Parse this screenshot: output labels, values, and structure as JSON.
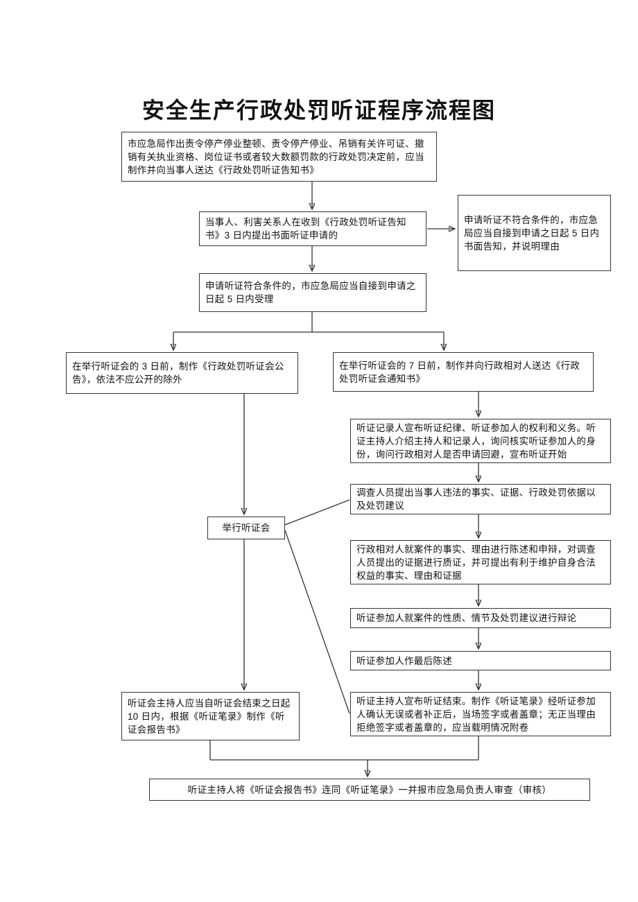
{
  "page": {
    "title": "安全生产行政处罚听证程序流程图"
  },
  "colors": {
    "background": "#ffffff",
    "border": "#343434",
    "line": "#333333",
    "text": "#111111"
  },
  "nodes": {
    "decision_notice": "市应急局作出责令停产停业整顿、责令停产停业、吊销有关许可证、撤销有关执业资格、岗位证书或者较大数额罚款的行政处罚决定前，应当制作并向当事人送达《行政处罚听证告知书》",
    "hearing_request": "当事人、利害关系人在收到《行政处罚听证告知书》3 日内提出书面听证申请的",
    "request_rejected": "申请听证不符合条件的，市应急局应当自接到申请之日起 5 日内书面告知，并说明理由",
    "request_accepted": "申请听证符合条件的，市应急局应当自接到申请之日起 5 日内受理",
    "public_announcement": "在举行听证会的 3 日前，制作《行政处罚听证会公告》，依法不应公开的除外",
    "notify_party": "在举行听证会的 7 日前，制作并向行政相对人送达《行政处罚听证会通知书》",
    "hold_hearing": "举行听证会",
    "hearing_open": "听证记录人宣布听证纪律、听证参加人的权利和义务。听证主持人介绍主持人和记录人，询问核实听证参加人的身份，询问行政相对人是否申请回避，宣布听证开始",
    "investigator_statement": "调查人员提出当事人违法的事实、证据、行政处罚依据以及处罚建议",
    "party_defense": "行政相对人就案件的事实、理由进行陈述和申辩，对调查人员提出的证据进行质证，并可提出有利于维护自身合法权益的事实、理由和证据",
    "debate": "听证参加人就案件的性质、情节及处罚建议进行辩论",
    "final_statement": "听证参加人作最后陈述",
    "hearing_close": "听证主持人宣布听证结束。制作《听证笔录》经听证参加人确认无误或者补正后，当场签字或者盖章；无正当理由拒绝签字或者盖章的，应当载明情况附卷",
    "hearing_report": "听证会主持人应当自听证会结束之日起 10 日内，根据《听证笔录》制作《听证会报告书》",
    "submit_review": "听证主持人将《听证会报告书》连同《听证笔录》一并报市应急局负责人审查（审核）"
  }
}
